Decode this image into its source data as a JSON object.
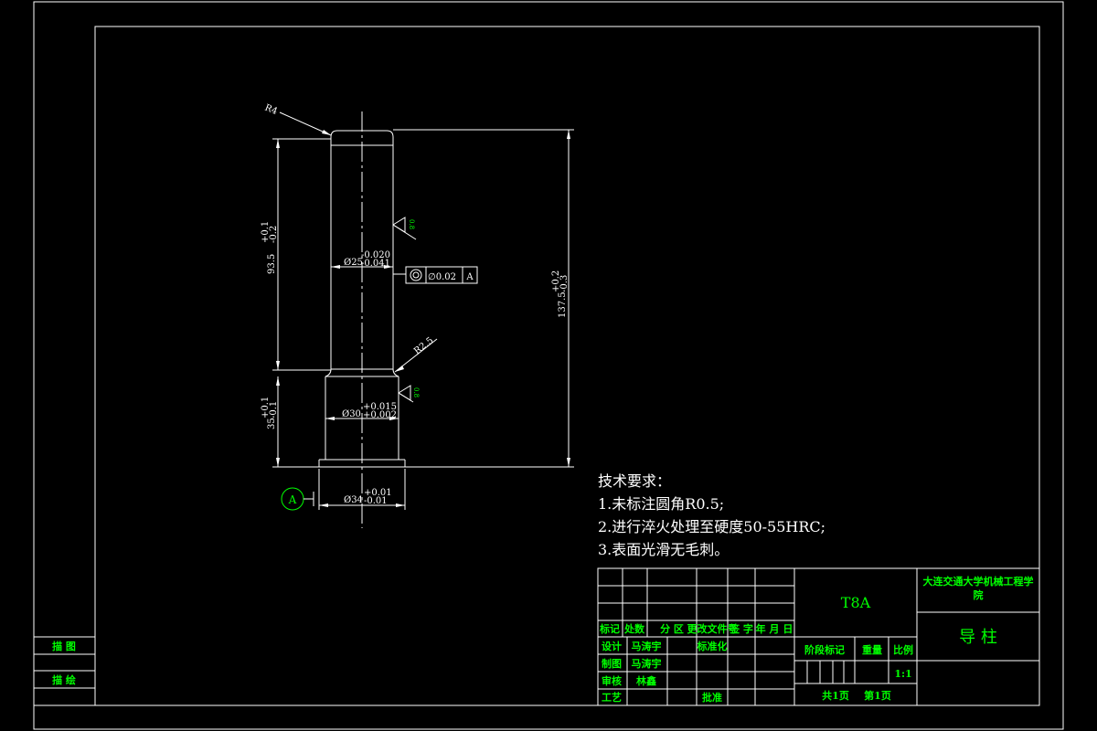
{
  "drawing": {
    "material": "T8A",
    "school": "大连交通大学机械工程学院",
    "part_name": "导 柱",
    "scale": "1:1",
    "pages": "共1页",
    "page_no": "第1页",
    "side_box": [
      "描 图",
      "描 绘"
    ]
  },
  "title_block": {
    "header_row": [
      "标记",
      "处数",
      "分 区",
      "更改文件号",
      "签 字",
      "年 月 日"
    ],
    "design_label": "设计",
    "design_name": "马涛宇",
    "standard_label": "标准化",
    "drafter_label": "制图",
    "drafter_name": "马涛宇",
    "check_label": "审核",
    "check_name": "林鑫",
    "process_label": "工艺",
    "approve_label": "批准",
    "stage_label": "阶段标记",
    "weight_label": "重量",
    "scale_label": "比例"
  },
  "notes": {
    "heading": "技术要求：",
    "items": [
      "1.未标注圆角R0.5;",
      "2.进行淬火处理至硬度50-55HRC;",
      "3.表面光滑无毛刺。"
    ]
  },
  "dimensions": {
    "r4": "R4",
    "r25": "R2.5",
    "dia25": "Ø25",
    "dia25_tol_up": "-0.020",
    "dia25_tol_lo": "-0.041",
    "dia30": "Ø30",
    "dia30_tol_up": "+0.015",
    "dia30_tol_lo": "+0.002",
    "dia34": "Ø34",
    "dia34_tol_up": "+0.01",
    "dia34_tol_lo": "-0.01",
    "len93": "93.5",
    "len93_tol_up": "+0.1",
    "len93_tol_lo": "-0.2",
    "len35": "35",
    "len35_tol_up": "+0.1",
    "len35_tol_lo": "-0.1",
    "len137": "137.5",
    "len137_tol_up": "+0.2",
    "len137_tol_lo": "-0.3",
    "tolerance_value": "∅0.02",
    "datum": "A",
    "datum_label": "A",
    "roughness1": "0.8",
    "roughness2": "0.8"
  }
}
